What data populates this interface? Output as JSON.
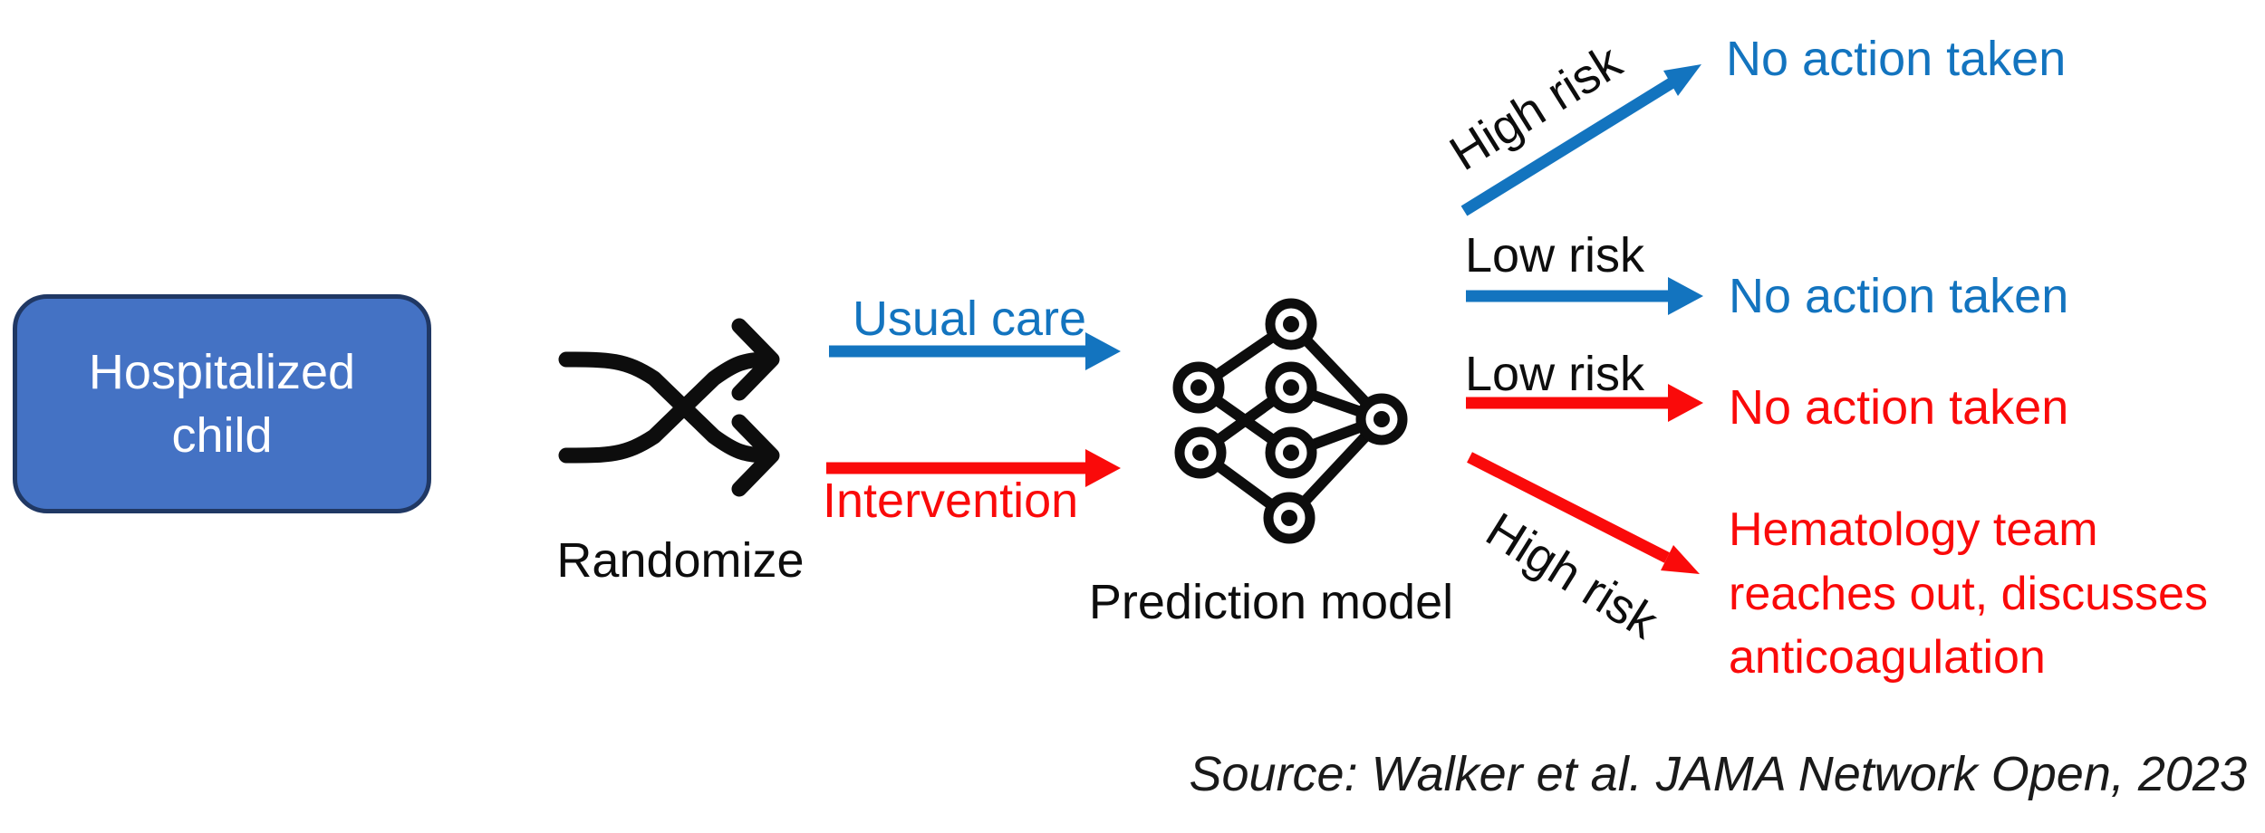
{
  "diagram": {
    "patient_box": {
      "label": "Hospitalized\nchild"
    },
    "randomize": {
      "label": "Randomize"
    },
    "arms": [
      {
        "id": "usual_care",
        "label": "Usual care"
      },
      {
        "id": "intervention",
        "label": "Intervention"
      }
    ],
    "prediction_model": {
      "label": "Prediction model"
    },
    "branches": [
      {
        "arm": "Usual care",
        "risk": "High risk",
        "outcome": "No action taken"
      },
      {
        "arm": "Usual care",
        "risk": "Low risk",
        "outcome": "No action taken"
      },
      {
        "arm": "Intervention",
        "risk": "Low risk",
        "outcome": "No action taken"
      },
      {
        "arm": "Intervention",
        "risk": "High risk",
        "outcome": "Hematology team\nreaches out, discusses\nanticoagulation"
      }
    ],
    "source": "Source: Walker et al. JAMA Network Open, 2023",
    "colors": {
      "usual_care": "#1374bf",
      "intervention": "#fa0a0a",
      "ink": "#0d0d0d",
      "box_fill": "#4472c4",
      "box_border": "#203864"
    }
  }
}
